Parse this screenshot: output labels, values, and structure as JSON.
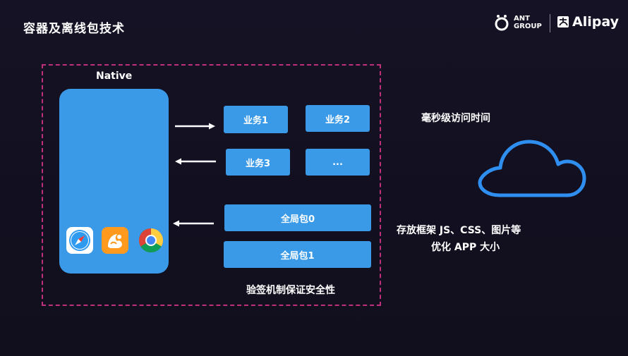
{
  "title": "容器及离线包技术",
  "logos": {
    "ant_line1": "ANT",
    "ant_line2": "GROUP",
    "alipay": "Alipay"
  },
  "native": {
    "label": "Native",
    "app_icons": [
      "safari-icon",
      "uc-browser-icon",
      "chrome-icon"
    ]
  },
  "business_packages": [
    "业务1",
    "业务2",
    "业务3",
    "..."
  ],
  "global_packages": [
    "全局包0",
    "全局包1"
  ],
  "security_note": "验签机制保证安全性",
  "cloud_note": "毫秒级访问时间",
  "storage_note": {
    "line1": "存放框架 JS、CSS、图片等",
    "line2": "优化 APP 大小"
  },
  "colors": {
    "background": "#13111f",
    "accent_blue": "#3a9ae8",
    "frame_magenta": "#c0307a",
    "cloud_blue": "#2f8ff0"
  }
}
